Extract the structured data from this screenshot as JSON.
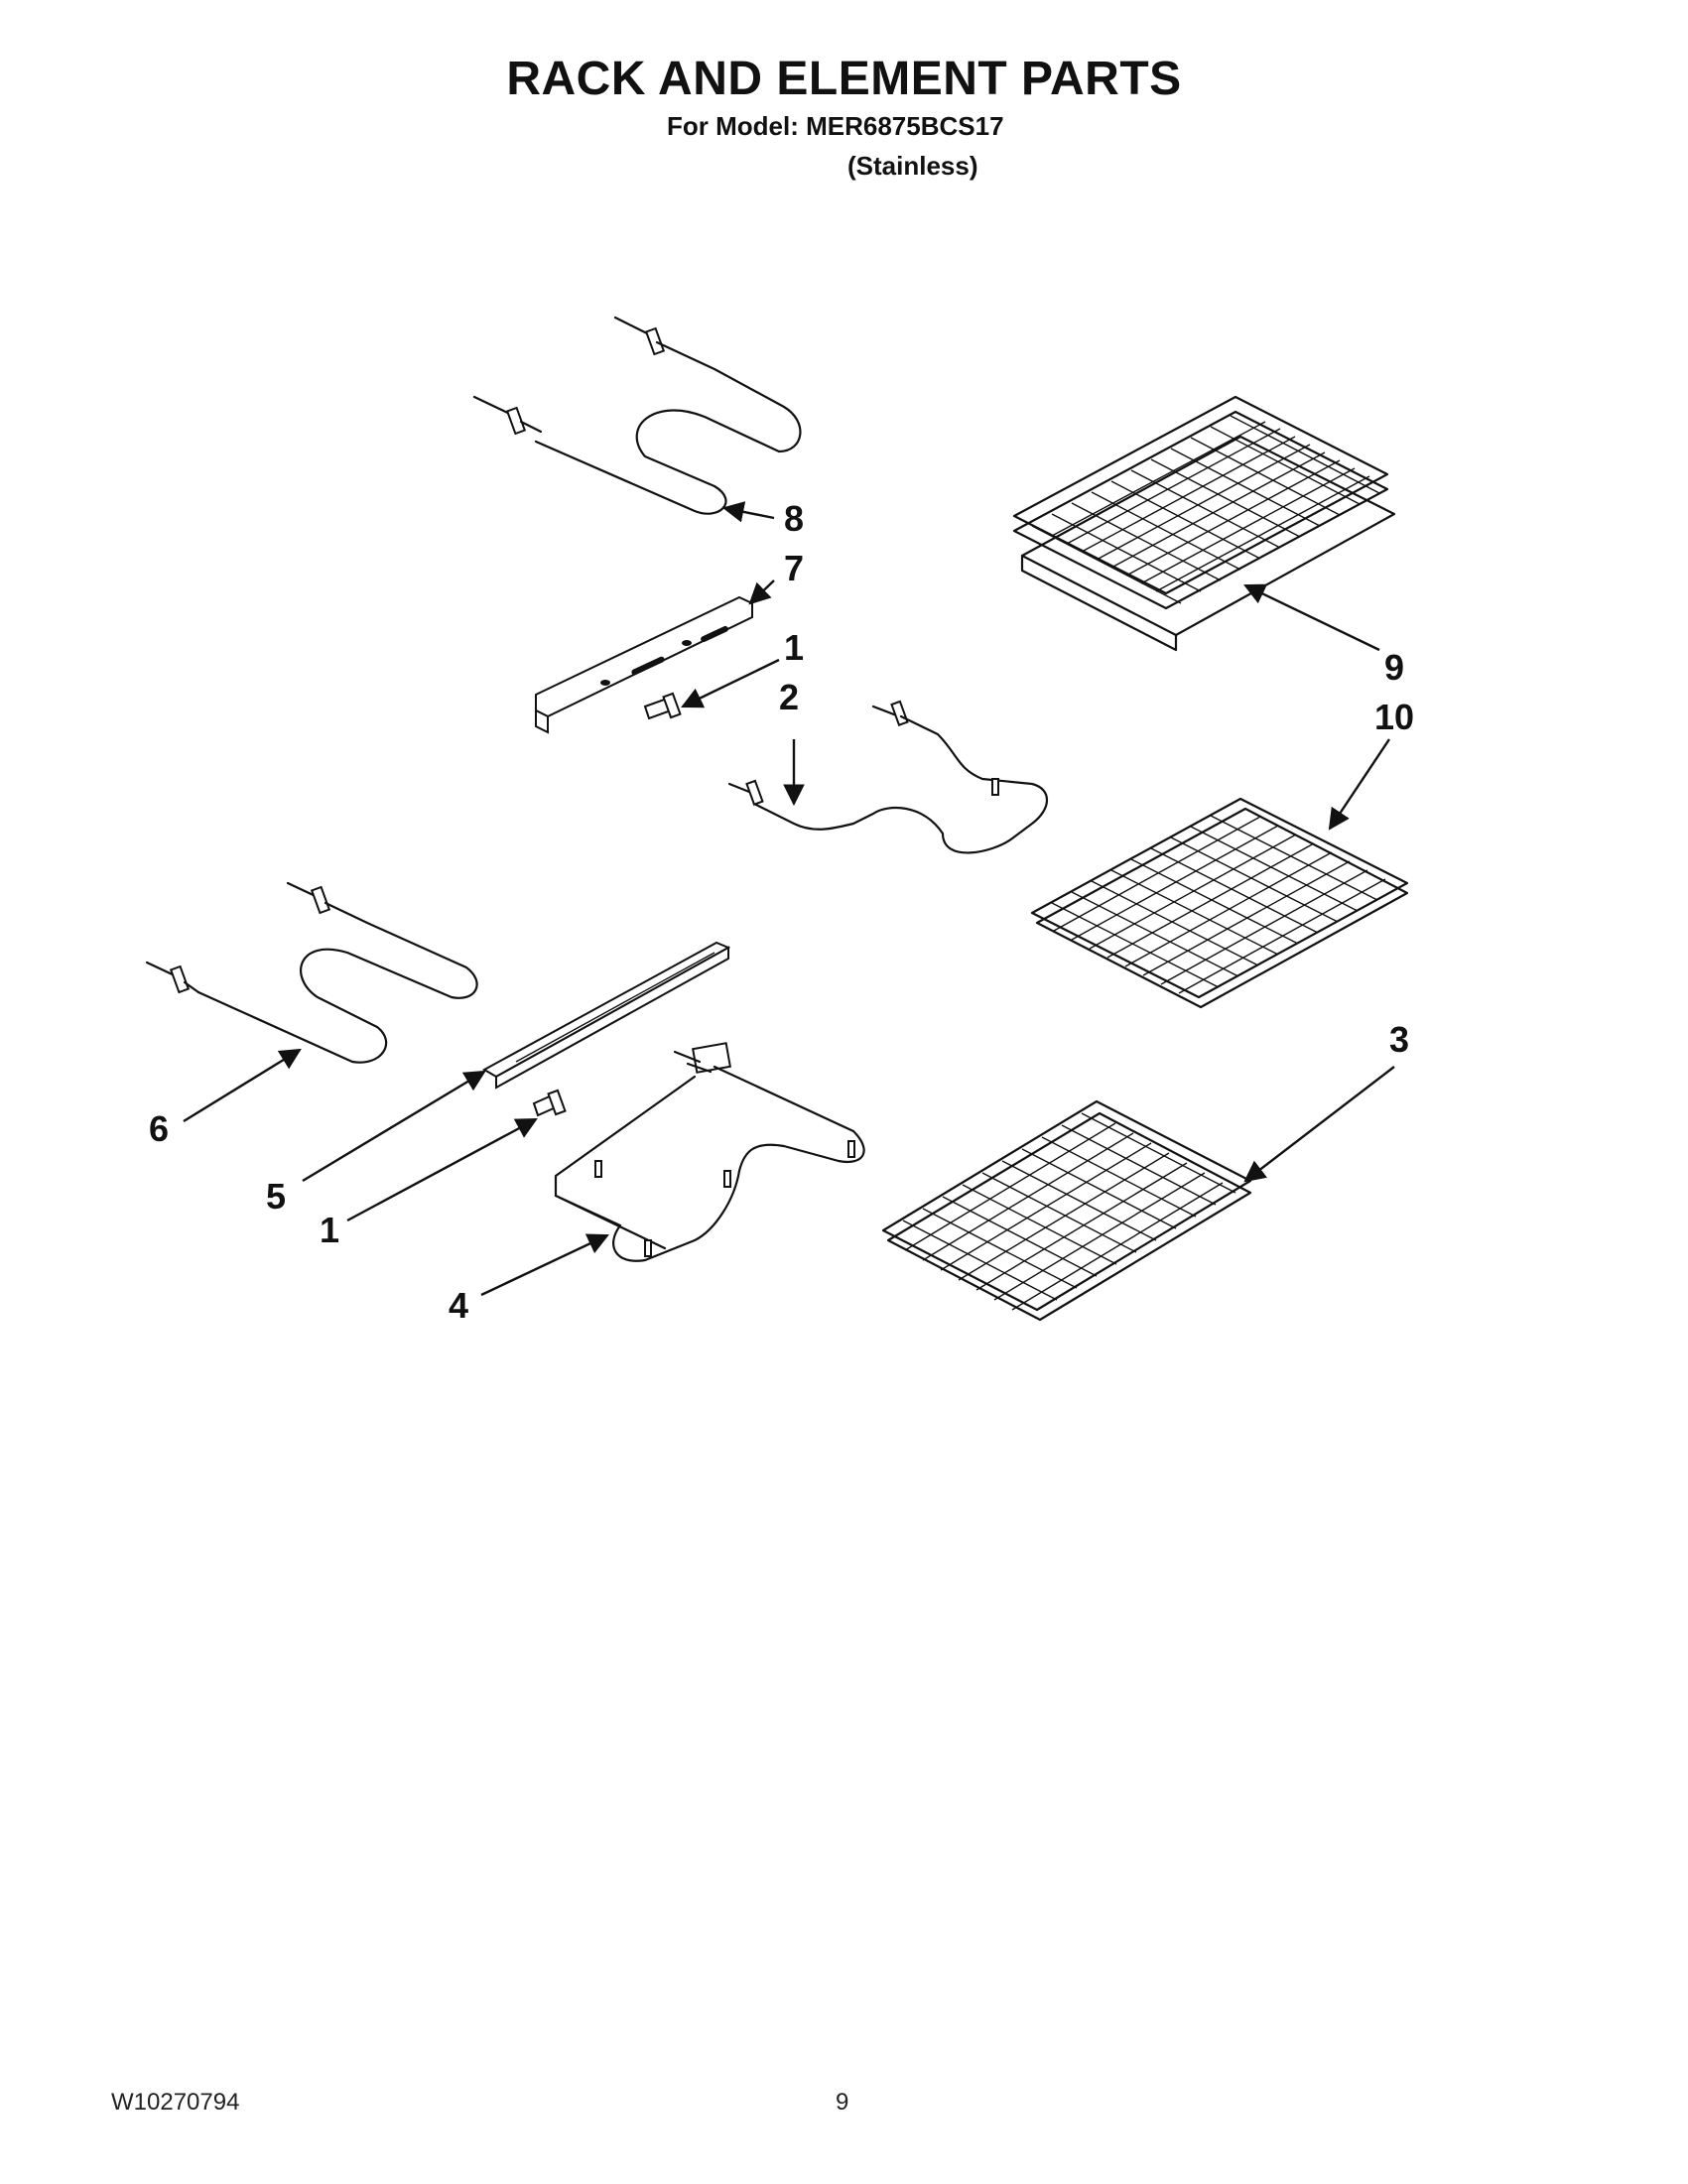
{
  "header": {
    "title": "RACK AND ELEMENT PARTS",
    "model_line": "For Model: MER6875BCS17",
    "finish": "(Stainless)"
  },
  "callouts": {
    "c8": "8",
    "c7": "7",
    "c1_top": "1",
    "c2": "2",
    "c9": "9",
    "c10": "10",
    "c6": "6",
    "c5": "5",
    "c1_bottom": "1",
    "c4": "4",
    "c3": "3"
  },
  "footer": {
    "doc_number": "W10270794",
    "page_number": "9"
  }
}
